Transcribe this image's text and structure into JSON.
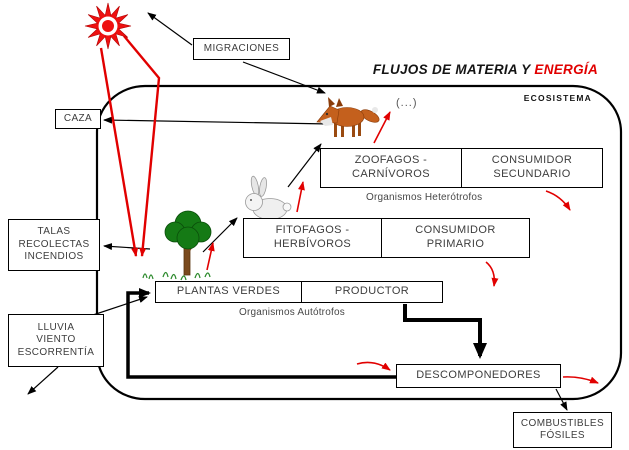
{
  "title": {
    "part_black": "FLUJOS DE MATERIA Y ",
    "part_red": "ENERGÍA"
  },
  "ecosystem_label": "ECOSISTEMA",
  "annotations": {
    "heterotrofos": "Organismos Heterótrofos",
    "autotrofos": "Organismos Autótrofos",
    "ellipsis": "(...)"
  },
  "boxes": {
    "migraciones": {
      "label": "MIGRACIONES"
    },
    "caza": {
      "label": "CAZA"
    },
    "talas": {
      "lines": [
        "TALAS",
        "RECOLECTAS",
        "INCENDIOS"
      ]
    },
    "lluvia": {
      "lines": [
        "LLUVIA",
        "VIENTO",
        "ESCORRENTÍA"
      ]
    },
    "zoofagos": {
      "lines": [
        "ZOOFAGOS -",
        "CARNÍVOROS"
      ]
    },
    "consumidor_secundario": {
      "lines": [
        "CONSUMIDOR",
        "SECUNDARIO"
      ]
    },
    "fitofagos": {
      "lines": [
        "FITOFAGOS -",
        "HERBÍVOROS"
      ]
    },
    "consumidor_primario": {
      "lines": [
        "CONSUMIDOR",
        "PRIMARIO"
      ]
    },
    "plantas_verdes": {
      "label": "PLANTAS VERDES"
    },
    "productor": {
      "label": "PRODUCTOR"
    },
    "descomponedores": {
      "label": "DESCOMPONEDORES"
    },
    "combustibles_fosiles": {
      "lines": [
        "COMBUSTIBLES",
        "FÓSILES"
      ]
    }
  },
  "icons": {
    "sun": "sun-icon",
    "fox": "fox-image",
    "rabbit": "rabbit-image",
    "tree": "tree-image"
  },
  "colors": {
    "energy_red": "#e10000",
    "matter_black": "#000000",
    "box_text": "#3d3d3d",
    "sun_red": "#ee1111"
  }
}
